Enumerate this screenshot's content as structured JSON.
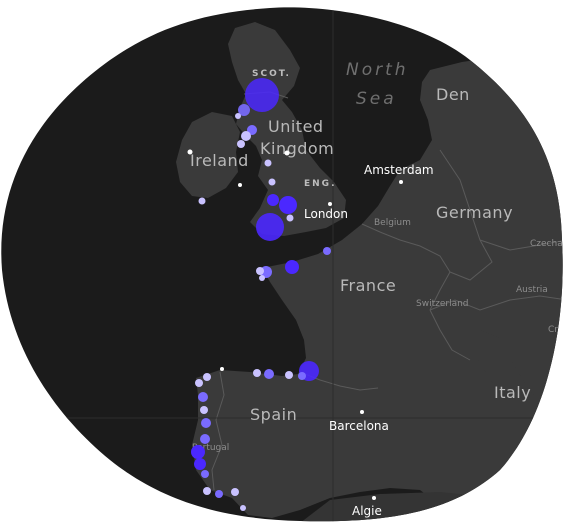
{
  "map": {
    "colors": {
      "water": "#1b1b1b",
      "land": "#3a3a3a",
      "border": "#5a5a5a",
      "marker_dark": "#4b28ff",
      "marker_mid": "#7a6bff",
      "marker_light": "#c9c2ff"
    },
    "labels": {
      "scotland": "SCOT.",
      "north": "North",
      "sea": "Sea",
      "denmark_partial": "Den",
      "united": "United",
      "kingdom": "Kingdom",
      "ireland": "Ireland",
      "england": "ENG.",
      "amsterdam": "Amsterdam",
      "london": "London",
      "belgium": "Belgium",
      "germany": "Germany",
      "czechia_partial": "Czecha",
      "france": "France",
      "switzerland": "Switzerland",
      "austria": "Austria",
      "croatia_partial": "Cro",
      "italy": "Italy",
      "spain": "Spain",
      "barcelona": "Barcelona",
      "portugal": "Portugal",
      "algiers_partial": "Algie"
    }
  }
}
